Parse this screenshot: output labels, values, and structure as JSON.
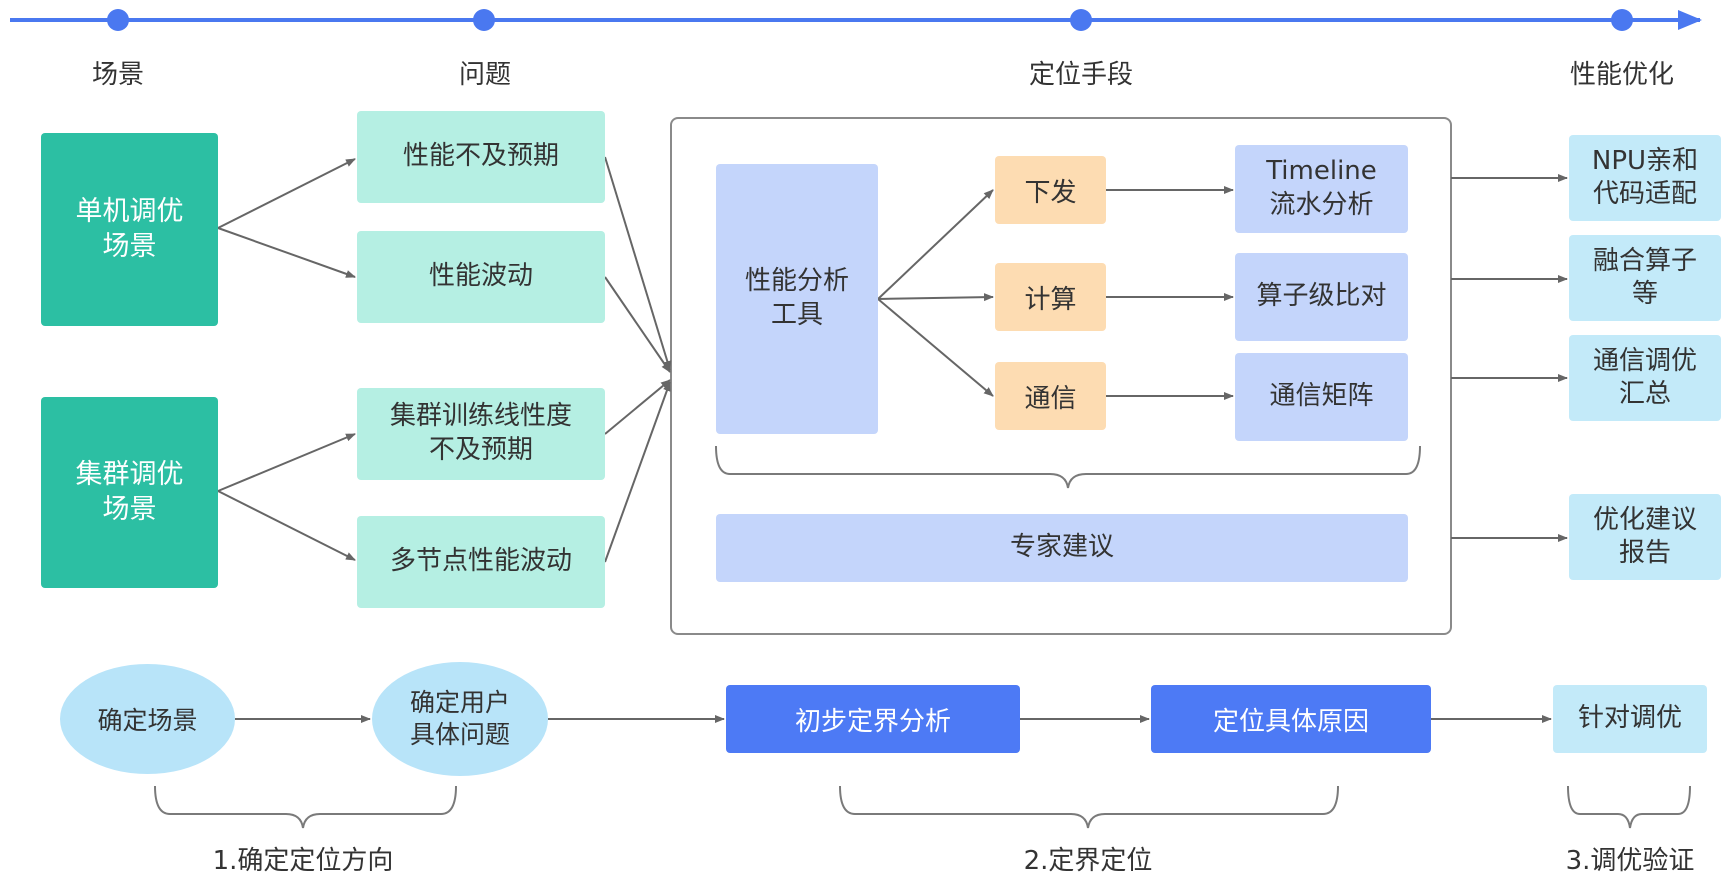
{
  "timeline": {
    "headers": [
      "场景",
      "问题",
      "定位手段",
      "性能优化"
    ]
  },
  "scenes": {
    "single": "单机调优\n场景",
    "cluster": "集群调优\n场景"
  },
  "problems": {
    "p1": "性能不及预期",
    "p2": "性能波动",
    "p3": "集群训练线性度\n不及预期",
    "p4": "多节点性能波动"
  },
  "methods": {
    "tool": "性能分析\n工具",
    "dispatch": "下发",
    "compute": "计算",
    "communicate": "通信",
    "timeline": "Timeline\n流水分析",
    "op_compare": "算子级比对",
    "comm_matrix": "通信矩阵",
    "expert": "专家建议"
  },
  "optimizations": {
    "o1": "NPU亲和\n代码适配",
    "o2": "融合算子\n等",
    "o3": "通信调优\n汇总",
    "o4": "优化建议\n报告"
  },
  "flow": {
    "confirm_scene": "确定场景",
    "confirm_problem": "确定用户\n具体问题",
    "preliminary": "初步定界分析",
    "locate_cause": "定位具体原因",
    "targeted": "针对调优"
  },
  "phases": {
    "phase1": "1.确定定位方向",
    "phase2": "2.定界定位",
    "phase3": "3.调优验证"
  },
  "colors": {
    "timeline": "#4a78f0",
    "arrow": "#666666",
    "brace": "#7a7a7a"
  }
}
